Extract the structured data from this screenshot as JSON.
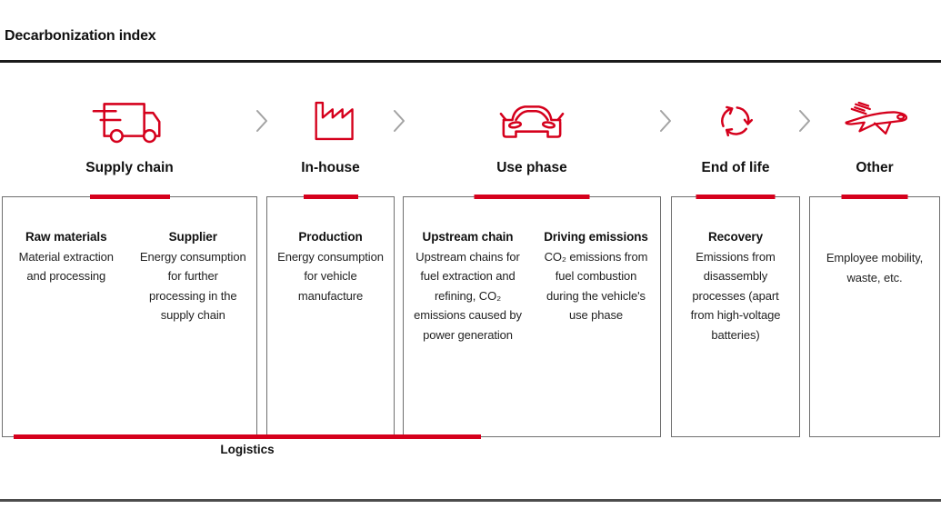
{
  "title": "Decarbonization index",
  "colors": {
    "accent_red": "#d5001c",
    "rule_dark": "#1b1b1b",
    "box_border": "#6f6f6f"
  },
  "stages": [
    {
      "label": "Supply chain",
      "icon": "truck-icon",
      "items": [
        {
          "heading": "Raw materials",
          "body": "Material extraction and processing"
        },
        {
          "heading": "Supplier",
          "body": "Energy consumption for further processing in the supply chain"
        }
      ]
    },
    {
      "label": "In-house",
      "icon": "factory-icon",
      "items": [
        {
          "heading": "Production",
          "body": "Energy consumption for vehicle manufacture"
        }
      ]
    },
    {
      "label": "Use phase",
      "icon": "car-icon",
      "items": [
        {
          "heading": "Upstream chain",
          "body": "Upstream chains for fuel extraction and refining, CO₂ emissions caused by power generation"
        },
        {
          "heading": "Driving emissions",
          "body": "CO₂ emissions from fuel combustion during the vehicle's use phase"
        }
      ]
    },
    {
      "label": "End of life",
      "icon": "recycle-icon",
      "items": [
        {
          "heading": "Recovery",
          "body": "Emissions from disassembly processes (apart from high-voltage batteries)"
        }
      ]
    },
    {
      "label": "Other",
      "icon": "plane-icon",
      "items": [
        {
          "heading": "",
          "body": "Employee mobility, waste, etc."
        }
      ]
    }
  ],
  "logistics_label": "Logistics"
}
